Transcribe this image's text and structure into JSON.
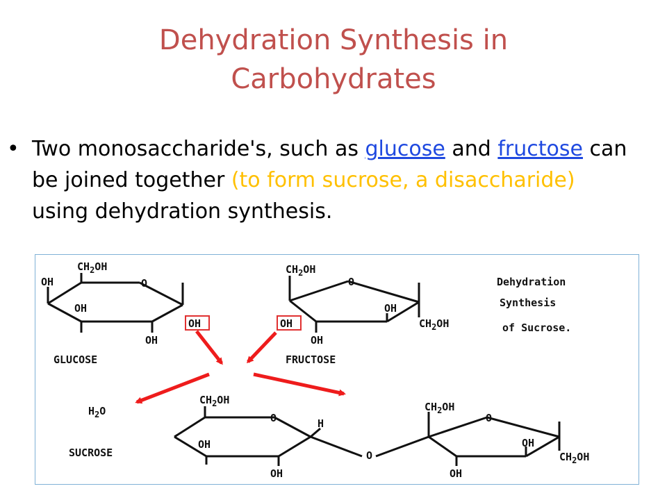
{
  "title": {
    "line1": "Dehydration Synthesis in",
    "line2": "Carbohydrates"
  },
  "bullet": {
    "marker": "•",
    "text1": "Two monosaccharide's, such as ",
    "link1": "glucose",
    "text2": " and ",
    "link2": "fructose",
    "text3": " can be joined together ",
    "highlight": "(to form sucrose, a disaccharide)",
    "text4": " using dehydration synthesis."
  },
  "diagram": {
    "caption": [
      "Dehydration",
      "Synthesis",
      "of Sucrose."
    ],
    "glucose": {
      "ch2oh": "CH2OH",
      "o": "O",
      "oh_left": "OH",
      "oh_inner": "OH",
      "oh_bottom": "OH",
      "oh_right": "OH",
      "name": "GLUCOSE"
    },
    "fructose": {
      "ch2oh": "CH2OH",
      "o": "O",
      "oh_left": "OH",
      "oh_inner": "OH",
      "oh_bottom": "OH",
      "ch2oh_right": "CH2OH",
      "name": "FRUCTOSE"
    },
    "water": "H2O",
    "sucrose": {
      "name": "SUCROSE",
      "ch2oh_left": "CH2OH",
      "o_left": "O",
      "oh_inner_left": "OH",
      "oh_bottom_left": "OH",
      "h": "H",
      "o_link": "O",
      "ch2oh_right": "CH2OH",
      "o_right": "O",
      "oh_inner_right": "OH",
      "oh_bottom_right": "OH",
      "ch2oh_far_right": "CH2OH"
    },
    "colors": {
      "arrow": "#ee1c1c",
      "box": "#e03030",
      "stroke": "#111111"
    }
  }
}
